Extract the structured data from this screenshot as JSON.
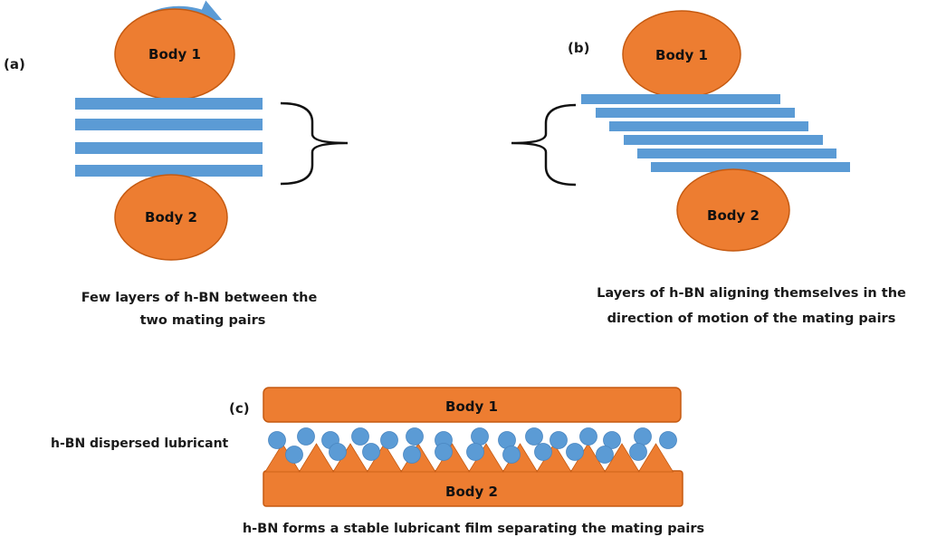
{
  "panel_a": {
    "tag": "(a)",
    "body_top": "Body 1",
    "body_bottom": "Body 2",
    "caption_line1": "Few layers of h-BN between the",
    "caption_line2": "two mating pairs"
  },
  "panel_b": {
    "tag": "(b)",
    "body_top": "Body 1",
    "body_bottom": "Body 2",
    "caption_line1": "Layers of h-BN aligning themselves in the",
    "caption_line2": "direction of motion of the mating pairs"
  },
  "panel_c": {
    "tag": "(c)",
    "body_top": "Body 1",
    "body_bottom": "Body 2",
    "lubricant_label": "h-BN dispersed lubricant",
    "caption": "h-BN forms a stable lubricant film separating the mating pairs"
  },
  "colors": {
    "body": "#ED7D31",
    "body_edge": "#C55A11",
    "layer": "#5B9BD5",
    "particle": "#5B9BD5",
    "text": "#1a1a1a"
  }
}
